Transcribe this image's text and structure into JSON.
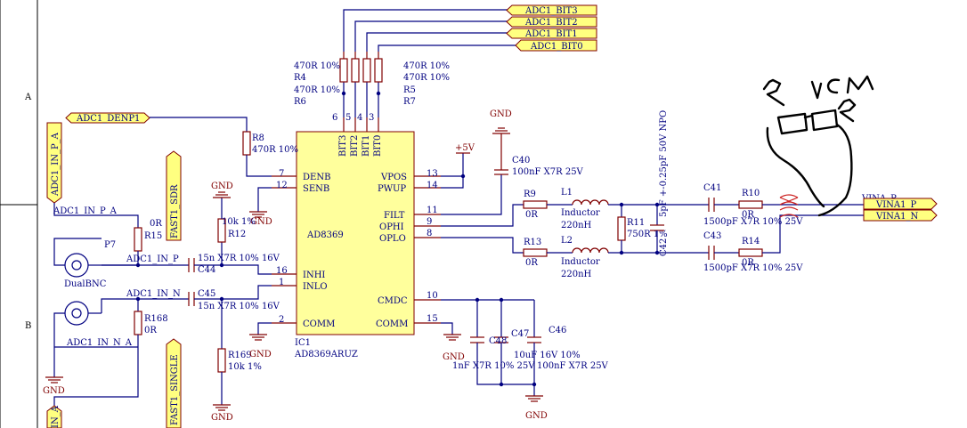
{
  "frame": {
    "zone_a": "A",
    "zone_b": "B"
  },
  "ic": {
    "designator": "IC1",
    "part": "AD8369ARUZ",
    "value": "AD8369",
    "pins": {
      "bit3": "BIT3",
      "bit2": "BIT2",
      "bit1": "BIT1",
      "bit0": "BIT0",
      "denb": "DENB",
      "senb": "SENB",
      "inhi": "INHI",
      "inlo": "INLO",
      "comm": "COMM",
      "vpos": "VPOS",
      "pwup": "PWUP",
      "filt": "FILT",
      "ophi": "OPHI",
      "oplo": "OPLO",
      "cmdc": "CMDC",
      "comm2": "COMM"
    },
    "pin_numbers": {
      "n6": "6",
      "n5": "5",
      "n4": "4",
      "n3": "3",
      "n7": "7",
      "n12": "12",
      "n16": "16",
      "n1": "1",
      "n2": "2",
      "n13": "13",
      "n14": "14",
      "n11": "11",
      "n9": "9",
      "n8": "8",
      "n10": "10",
      "n15": "15"
    }
  },
  "ports": {
    "adc_bit3": "ADC1_BIT3",
    "adc_bit2": "ADC1_BIT2",
    "adc_bit1": "ADC1_BIT1",
    "adc_bit0": "ADC1_BIT0",
    "denp": "ADC1_DENP1",
    "in_p": "ADC1_IN_P_A",
    "fast_sdr": "FAST1_SDR",
    "fast_single": "FAST1_SINGLE",
    "in_bottom": "IN_A",
    "vina_p": "VINA1_P",
    "vina_n": "VINA1_N"
  },
  "labels": {
    "r4_val": "470R 10%",
    "r4": "R4",
    "r6_val": "470R 10%",
    "r6": "R6",
    "r5_val": "470R 10%",
    "r5": "R5",
    "r7_val": "470R 10%",
    "r7": "R7",
    "r8": "R8",
    "r8_val": "470R 10%",
    "gnd": "GND",
    "plus5v": "+5V",
    "c40": "C40",
    "c40_val": "100nF X7R 25V",
    "r9": "R9",
    "r9_val": "0R",
    "l1": "L1",
    "l1_desc": "Inductor",
    "l1_val": "220nH",
    "r13": "R13",
    "r13_val": "0R",
    "l2": "L2",
    "l2_desc": "Inductor",
    "l2_val": "220nH",
    "r11": "R11",
    "r11_val": "750R 1%",
    "c42": "C42",
    "c42_val": "5pF +-0.25pF 50V NPO",
    "c41": "C41",
    "c41_val": "1500pF X7R 10% 25V",
    "c43": "C43",
    "c43_val": "1500pF X7R 10% 25V",
    "r10": "R10",
    "r10_val": "0R",
    "r14": "R14",
    "r14_val": "0R",
    "vina_p_net": "VINA_P",
    "adc_in_p_a": "ADC1_IN_P_A",
    "r15": "R15",
    "r15_val": "0R",
    "p7": "P7",
    "dualbnc": "DualBNC",
    "adc_in_p": "ADC1_IN_P",
    "adc_in_n": "ADC1_IN_N",
    "adc_in_n_a": "ADC1_IN_N_A",
    "r168": "R168",
    "r168_val": "0R",
    "r12": "R12",
    "r12_val": "10k 1%",
    "r169": "R169",
    "r169_val": "10k 1%",
    "c44": "C44",
    "c44_val": "15n X7R 10% 16V",
    "c45": "C45",
    "c45_val": "15n X7R 10% 16V",
    "c48": "C48",
    "c48_val": "1nF X7R 10% 25V",
    "c47": "C47",
    "c47_val": "10uF 16V 10%",
    "c46": "C46",
    "c46_val": "100nF X7R 25V"
  },
  "annotation": {
    "r_left": "R",
    "vcm": "VCM",
    "r_right": "R"
  }
}
